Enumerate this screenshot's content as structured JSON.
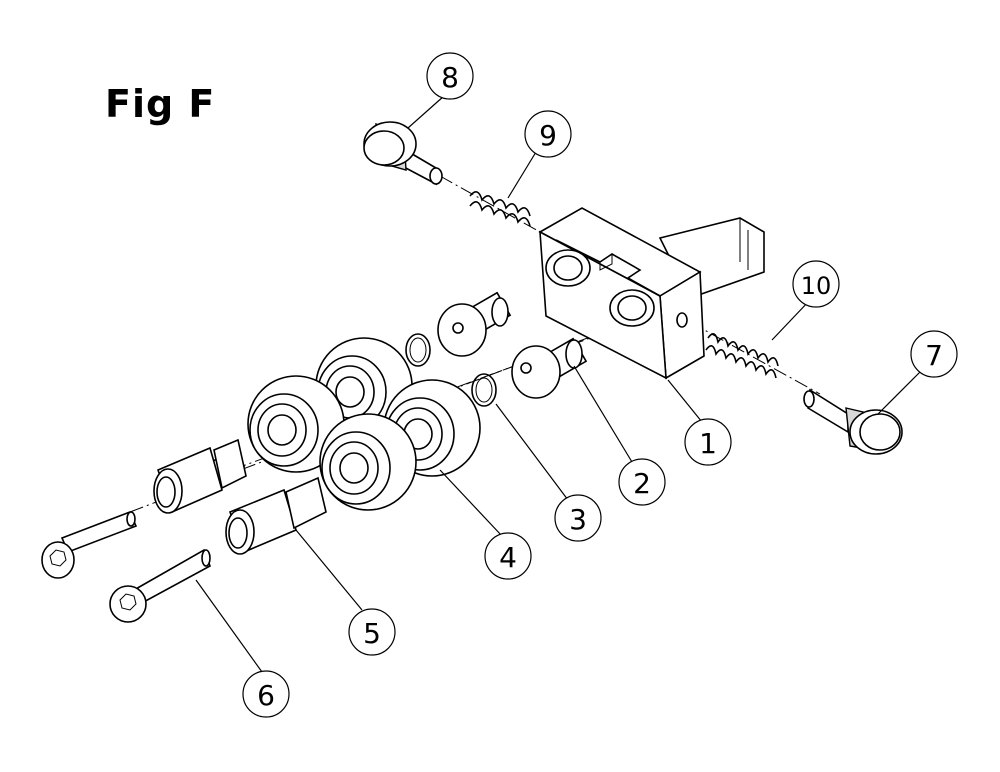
{
  "figure": {
    "title": "Fig F"
  },
  "callouts": [
    "1",
    "2",
    "3",
    "4",
    "5",
    "6",
    "7",
    "8",
    "9",
    "10"
  ],
  "colors": {
    "ink": "#000000",
    "paper": "#ffffff",
    "shade": "#d8d8d8"
  }
}
